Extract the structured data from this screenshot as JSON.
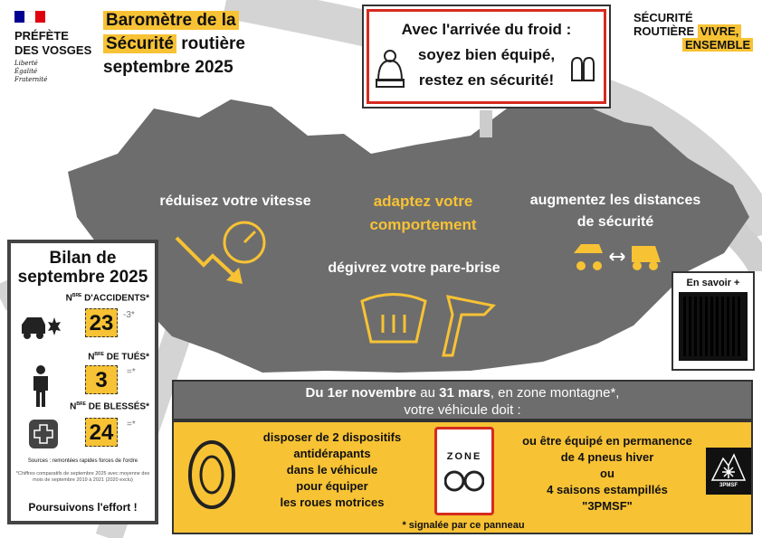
{
  "colors": {
    "yellow": "#f7c234",
    "gray": "#6d6d6d",
    "red": "#d52b1e",
    "blue": "#000091"
  },
  "logo": {
    "line1": "PRÉFÈTE",
    "line2": "DES VOSGES",
    "motto": [
      "Liberté",
      "Égalité",
      "Fraternité"
    ]
  },
  "title": {
    "line1": "Baromètre de la",
    "line2a": "Sécurité",
    "line2b": " routière",
    "line3": "septembre 2025"
  },
  "sign": {
    "line1": "Avec l'arrivée du froid :",
    "line2": "soyez bien équipé,",
    "line3": "restez en sécurité!"
  },
  "brand": {
    "line1": "SÉCURITÉ",
    "line2a": "ROUTIÈRE ",
    "line2b": "VIVRE,",
    "line3": "ENSEMBLE"
  },
  "map": {
    "speed": "réduisez votre vitesse",
    "behave1": "adaptez votre",
    "behave2": "comportement",
    "dist1": "augmentez les distances",
    "dist2": "de sécurité",
    "windshield": "dégivrez votre pare-brise"
  },
  "bilan": {
    "title1": "Bilan de",
    "title2": "septembre 2025",
    "stats": [
      {
        "label_sup": "BRE",
        "label": "D'ACCIDENTS*",
        "prefix": "N",
        "value": "23",
        "compare": "-3*"
      },
      {
        "label_sup": "BRE",
        "label": "DE TUÉS*",
        "prefix": "N",
        "value": "3",
        "compare": "=*"
      },
      {
        "label_sup": "BRE",
        "label": "DE BLESSÉS*",
        "prefix": "N",
        "value": "24",
        "compare": "=*"
      }
    ],
    "sources": "Sources : remontées rapides forces de l'ordre",
    "note": "*Chiffres comparatifs de septembre 2025 avec moyenne des mois de septembre 2019 à 2021 (2020 exclu)",
    "slogan": "Poursuivons l'effort !"
  },
  "qr": {
    "label": "En savoir +"
  },
  "band": {
    "bold1": "Du 1er novembre",
    "mid": " au ",
    "bold2": "31 mars",
    "rest": ", en zone montagne*,",
    "line2": "votre véhicule doit :"
  },
  "rules": {
    "left": [
      "disposer de 2 dispositifs",
      "antidérapants",
      "dans le véhicule",
      "pour équiper",
      "les roues motrices"
    ],
    "right": [
      "ou être équipé en permanence",
      "de 4 pneus hiver",
      "ou",
      "4 saisons estampillés",
      "\"3PMSF\""
    ],
    "zone": "ZONE",
    "panel_note": "* signalée par ce panneau",
    "badge": "3PMSF"
  }
}
